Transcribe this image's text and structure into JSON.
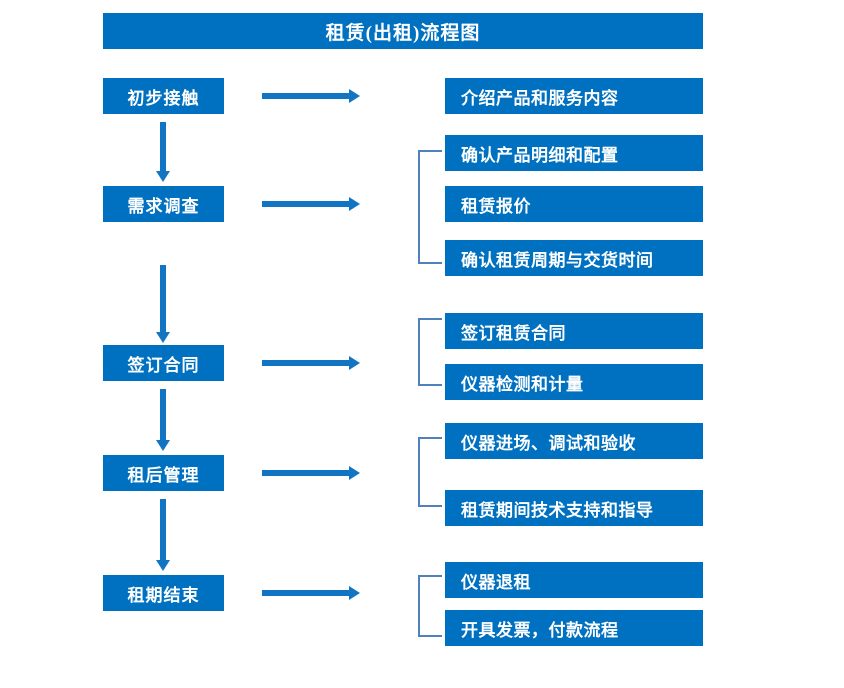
{
  "diagram": {
    "title": "租赁(出租)流程图",
    "accent_color": "#0070C0",
    "connector_color": "#1275C4",
    "bracket_color": "#4F81BD",
    "text_color": "#FFFFFF",
    "background_color": "#FFFFFF"
  },
  "stages": [
    {
      "id": "stage-1",
      "label": "初步接触"
    },
    {
      "id": "stage-2",
      "label": "需求调查"
    },
    {
      "id": "stage-3",
      "label": "签订合同"
    },
    {
      "id": "stage-4",
      "label": "租后管理"
    },
    {
      "id": "stage-5",
      "label": "租期结束"
    }
  ],
  "details": {
    "group1": [
      {
        "label": "介绍产品和服务内容"
      }
    ],
    "group2": [
      {
        "label": "确认产品明细和配置"
      },
      {
        "label": "租赁报价"
      },
      {
        "label": "确认租赁周期与交货时间"
      }
    ],
    "group3": [
      {
        "label": "签订租赁合同"
      },
      {
        "label": "仪器检测和计量"
      }
    ],
    "group4": [
      {
        "label": "仪器进场、调试和验收"
      },
      {
        "label": "租赁期间技术支持和指导"
      }
    ],
    "group5": [
      {
        "label": "仪器退租"
      },
      {
        "label": "开具发票，付款流程"
      }
    ]
  },
  "connectors": {
    "horizontal_arrow_name": "right-arrow-icon",
    "vertical_arrow_name": "down-arrow-icon",
    "bracket_name": "group-bracket-icon"
  }
}
